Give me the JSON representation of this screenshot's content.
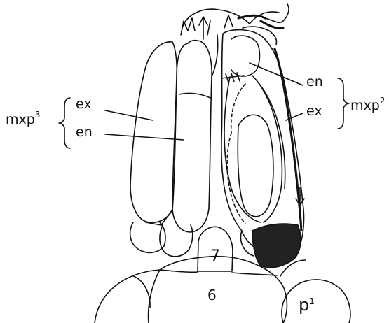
{
  "figure": {
    "ink_color": "#111111",
    "background": "#ffffff",
    "labels": {
      "mxp3": {
        "text": "mxp",
        "sup": "3"
      },
      "mxp3_ex": "ex",
      "mxp3_en": "en",
      "mxp2": {
        "text": "mxp",
        "sup": "2"
      },
      "mxp2_en": "en",
      "mxp2_ex": "ex",
      "segment7": "7",
      "segment6": "6",
      "p1": {
        "text": "p",
        "sup": "1"
      }
    }
  }
}
